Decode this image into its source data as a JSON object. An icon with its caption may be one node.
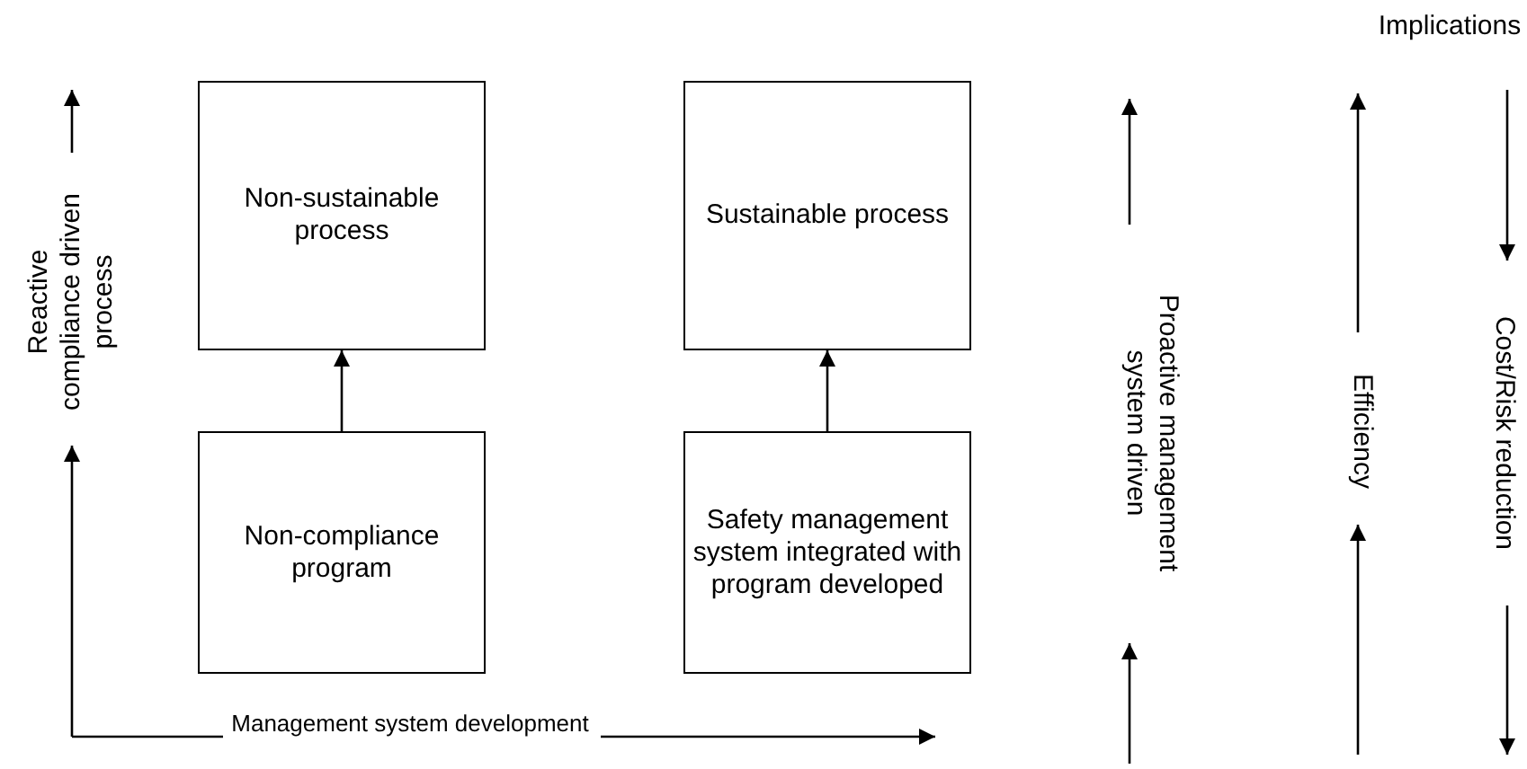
{
  "diagram": {
    "nodes": [
      {
        "text": [
          "Non-sustainable process"
        ]
      },
      {
        "text": [
          "Non-compliance program"
        ]
      },
      {
        "text": [
          "Sustainable process"
        ]
      },
      {
        "text": [
          "Safety management system integrated with program developed"
        ]
      }
    ],
    "edges": [
      {
        "from": 1,
        "to": 0,
        "arrow": "to"
      },
      {
        "from": 3,
        "to": 2,
        "arrow": "to"
      }
    ],
    "labels": [
      "Implications",
      "Reactive compliance driven process",
      "Proactive management system driven",
      "Efficiency",
      "Cost/Risk reduction",
      "Management system development"
    ]
  }
}
